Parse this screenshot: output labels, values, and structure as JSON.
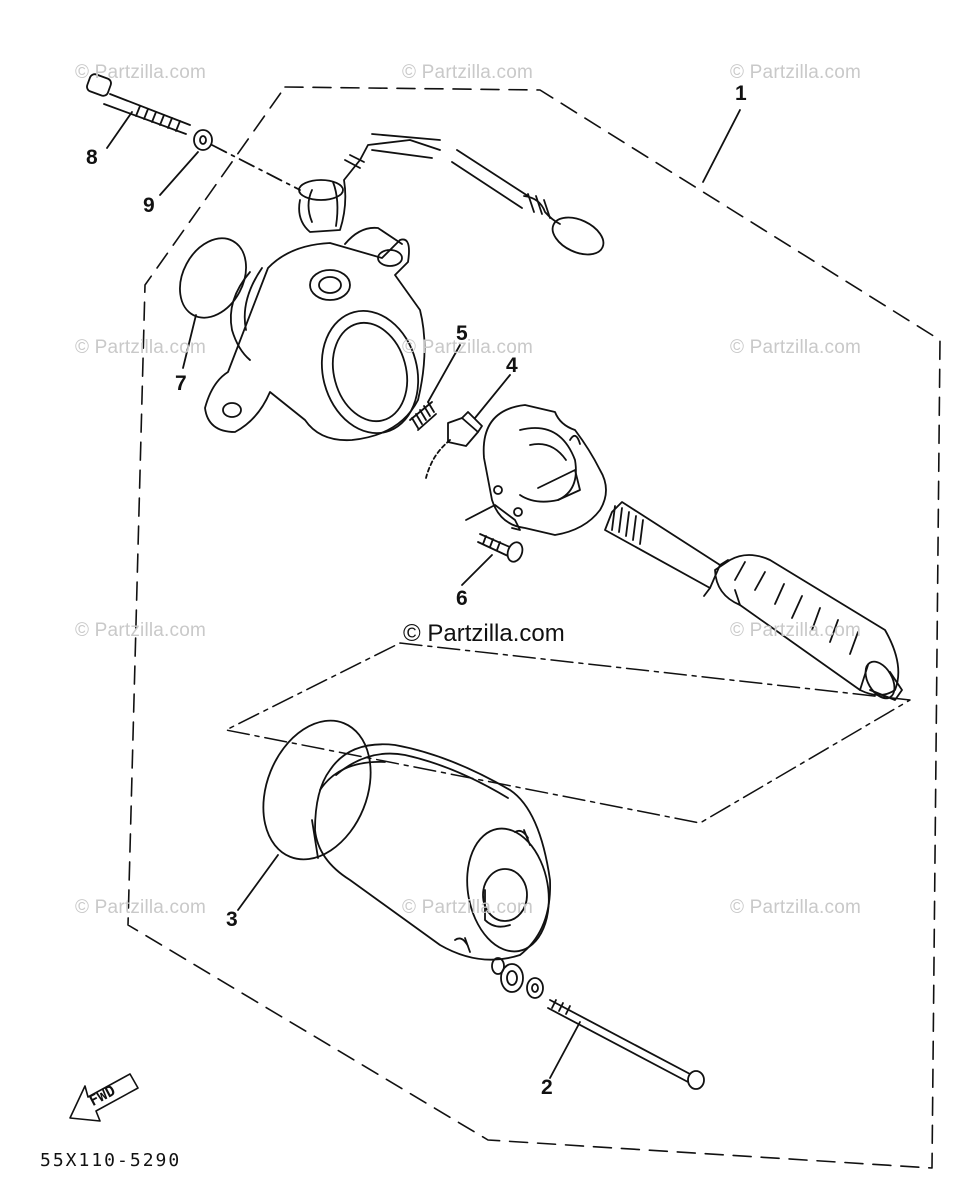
{
  "watermarks": {
    "tile": "© Partzilla.com",
    "center": "© Partzilla.com"
  },
  "callouts": [
    "1",
    "2",
    "3",
    "4",
    "5",
    "6",
    "7",
    "8",
    "9"
  ],
  "fwd_label": "FWD",
  "diagram_code": "55X110-5290",
  "colors": {
    "line": "#111111",
    "watermark": "#c9c9c9",
    "background": "#ffffff"
  }
}
